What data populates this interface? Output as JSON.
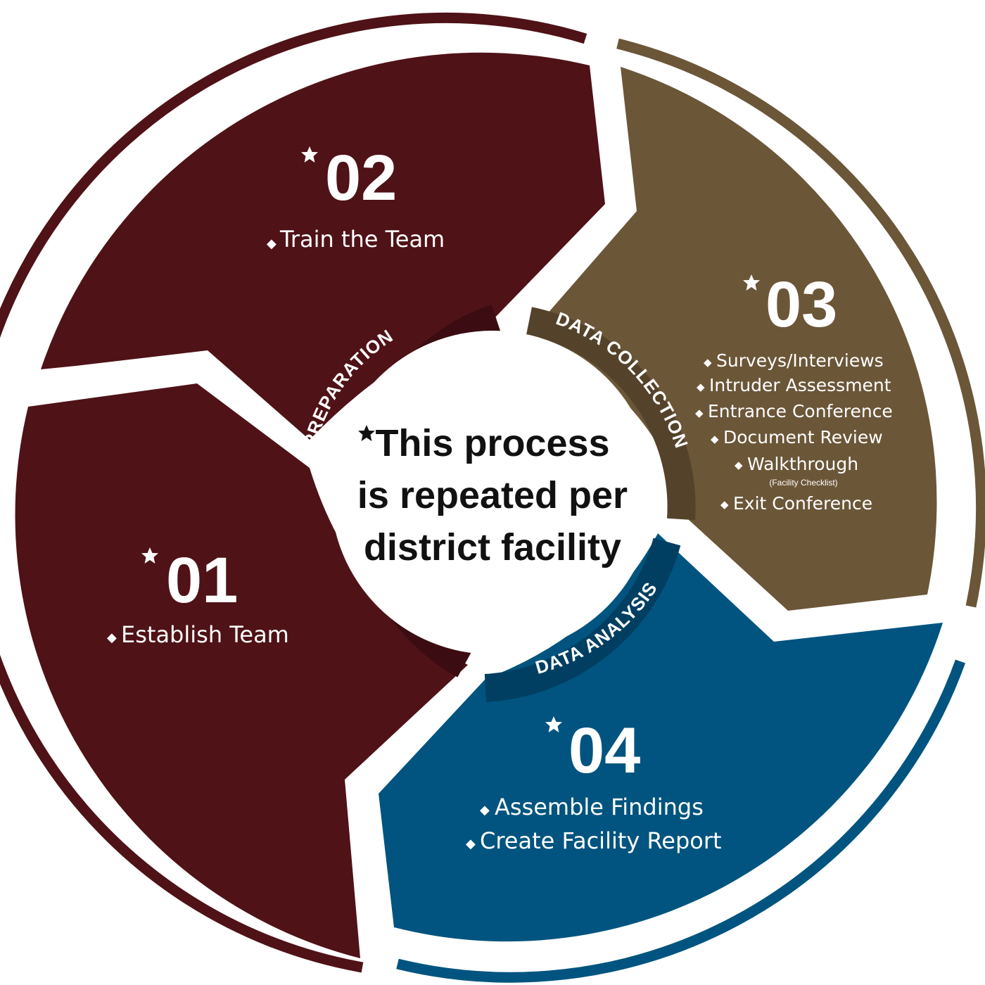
{
  "colors": {
    "maroon": "#4f1217",
    "maroon_dark": "#3b0c11",
    "brown": "#6b5638",
    "brown_dark": "#54432a",
    "blue": "#00547f",
    "blue_dark": "#003f61",
    "background": "#ffffff",
    "text_dark": "#111111"
  },
  "icons": {
    "star": "star-icon",
    "bullet": "diamond-bullet-icon"
  },
  "center": {
    "line1": "This process",
    "line2": "is repeated per",
    "line3": "district facility"
  },
  "bands": {
    "preparation": "PREPARATION",
    "data_collection": "DATA COLLECTION",
    "data_analysis": "DATA ANALYSIS"
  },
  "steps": {
    "s01": {
      "number": "01",
      "items": [
        "Establish Team"
      ]
    },
    "s02": {
      "number": "02",
      "items": [
        "Train the Team"
      ]
    },
    "s03": {
      "number": "03",
      "items": [
        "Surveys/Interviews",
        "Intruder Assessment",
        "Entrance Conference",
        "Document Review",
        "Walkthrough"
      ],
      "note": "(Facility Checklist)",
      "last_item": "Exit Conference"
    },
    "s04": {
      "number": "04",
      "items": [
        "Assemble Findings",
        "Create Facility Report"
      ]
    }
  }
}
